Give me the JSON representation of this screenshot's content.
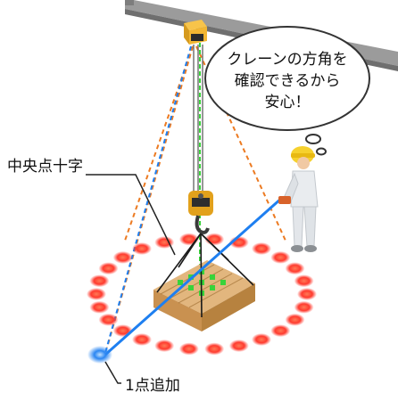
{
  "bubble": {
    "line1": "クレーンの方角を",
    "line2": "確認できるから",
    "line3": "安心！"
  },
  "labels": {
    "center_cross": "中央点十字",
    "added_point": "1点追加"
  },
  "colors": {
    "rail": "#8e8e8e",
    "trolley": "#f2b632",
    "orange_dashes": "#ec7a21",
    "red_spots": "#ff3b2f",
    "green_cross": "#39d33a",
    "blue_beam": "#1e7ff0",
    "crate": "#d3a267",
    "helmet": "#f6d12d",
    "worker_suit": "#e9ecef"
  }
}
